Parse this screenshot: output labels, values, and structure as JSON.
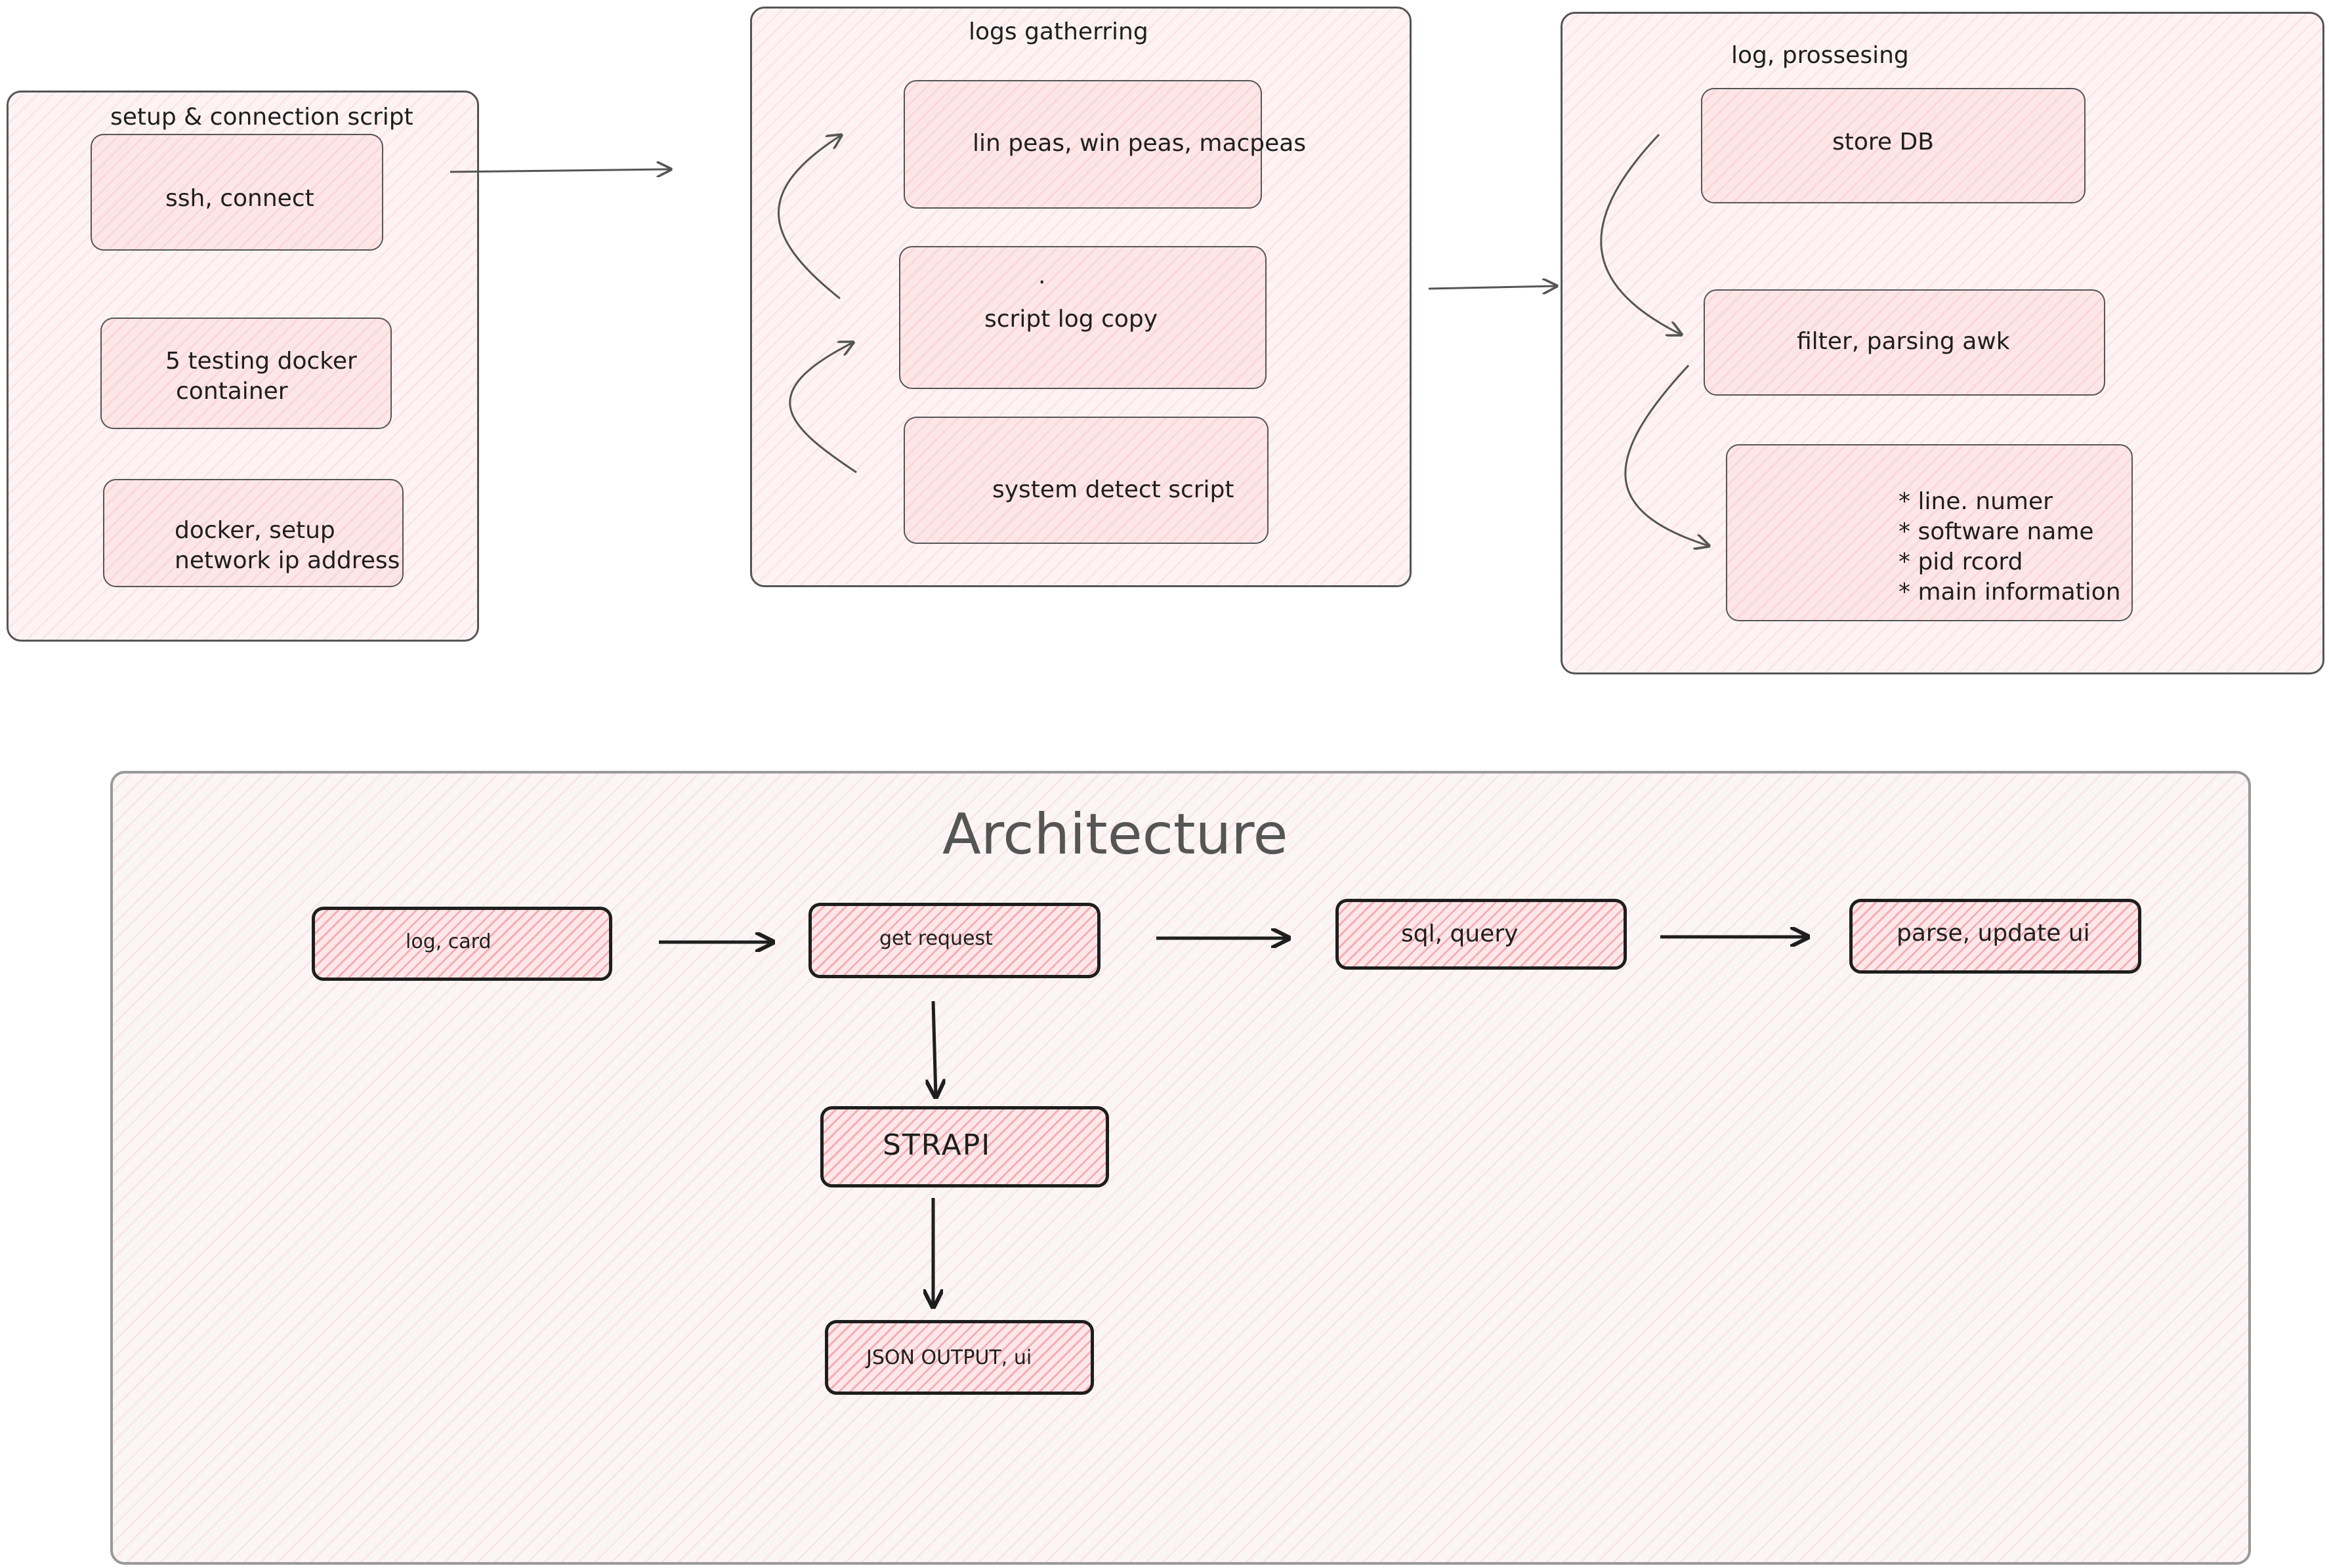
{
  "setup": {
    "title": "setup & connection script",
    "items": {
      "ssh": "ssh, connect",
      "docker_line1": "5 testing docker",
      "docker_line2": "container",
      "network_line1": "docker, setup",
      "network_line2": "network ip address"
    }
  },
  "gathering": {
    "title": "logs gatherring",
    "items": {
      "peas": "lin peas, win peas, macpeas",
      "dot": ".",
      "copy": "script log copy",
      "detect": "system detect script"
    }
  },
  "processing": {
    "title": "log, prossesing",
    "items": {
      "store": "store DB",
      "filter": "filter, parsing awk",
      "list": [
        "* line. numer",
        "* software name",
        "* pid rcord",
        "* main information"
      ]
    }
  },
  "architecture": {
    "title": "Architecture",
    "nodes": {
      "log_card": "log, card",
      "get_request": "get request",
      "sql_query": "sql, query",
      "parse_update": "parse, update ui",
      "strapi": "STRAPI",
      "json_output": "JSON OUTPUT, ui"
    }
  },
  "colors": {
    "stroke": "#1e1e1e",
    "fill": "#fde7ea",
    "hatch": "#e03131"
  }
}
